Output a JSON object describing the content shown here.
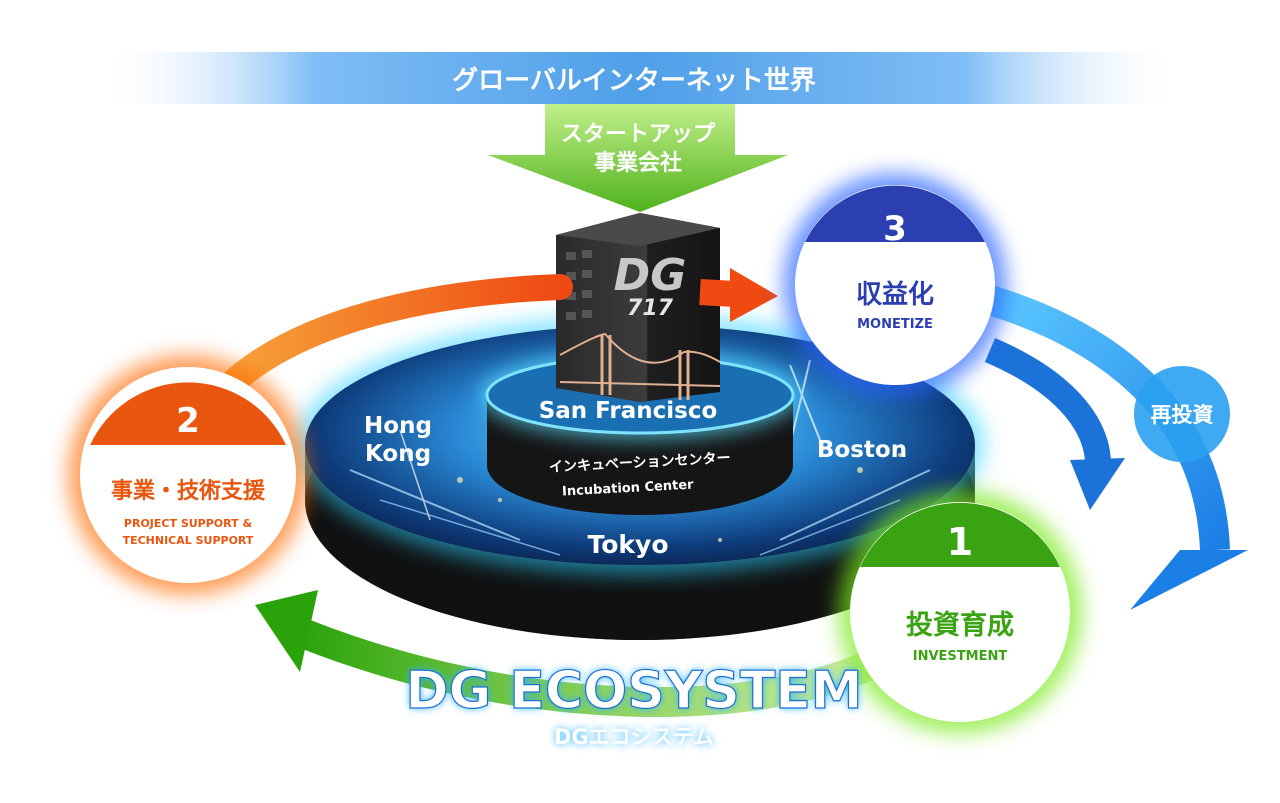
{
  "banner": {
    "title": "グローバルインターネット世界"
  },
  "funnel": {
    "line1": "スタートアップ",
    "line2": "事業会社"
  },
  "building": {
    "logo_text": "DG",
    "logo_number": "717"
  },
  "hub": {
    "center_city": "San Francisco",
    "center_label_jp": "インキュベーションセンター",
    "center_label_en": "Incubation Center",
    "cities": {
      "hong_kong_line1": "Hong",
      "hong_kong_line2": "Kong",
      "boston": "Boston",
      "tokyo": "Tokyo"
    }
  },
  "stages": [
    {
      "number": "1",
      "title": "投資育成",
      "subtitle_line1": "INVESTMENT",
      "subtitle_line2": "",
      "color": "#3aa312"
    },
    {
      "number": "2",
      "title": "事業・技術支援",
      "subtitle_line1": "PROJECT SUPPORT &",
      "subtitle_line2": "TECHNICAL SUPPORT",
      "color": "#e8560f"
    },
    {
      "number": "3",
      "title": "収益化",
      "subtitle_line1": "MONETIZE",
      "subtitle_line2": "",
      "color": "#2b3fb0"
    }
  ],
  "reinvest": {
    "label": "再投資"
  },
  "footer": {
    "title": "DG ECOSYSTEM",
    "subtitle": "DGエコシステム"
  },
  "colors": {
    "orange": "#f36f1c",
    "green": "#3aa312",
    "navy": "#2b3fb0",
    "blue": "#1e8ee8",
    "cyan": "#33c4ff",
    "dark": "#1b1b1b"
  }
}
